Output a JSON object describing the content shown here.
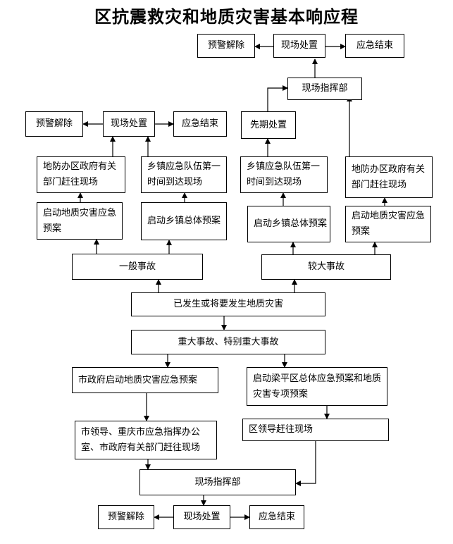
{
  "title": "区抗震救灾和地质灾害基本响应程",
  "top": {
    "release": "预警解除",
    "disposal": "现场处置",
    "end": "应急结束",
    "command": "现场指挥部"
  },
  "left_branch": {
    "release": "预警解除",
    "disposal": "现场处置",
    "end": "应急结束",
    "gov_dept": "地防办区政府有关部门赶往现场",
    "town_team": "乡镇应急队伍第一时间到达现场",
    "start_geo_plan": "启动地质灾害应急预案",
    "start_town_plan": "启动乡镇总体预案",
    "event": "一般事故"
  },
  "right_branch": {
    "early_disposal": "先期处置",
    "town_team": "乡镇应急队伍第一时间到达现场",
    "gov_dept": "地防办区政府有关部门赶往现场",
    "start_town_plan": "启动乡镇总体预案",
    "start_geo_plan": "启动地质灾害应急预案",
    "event": "较大事故"
  },
  "center": {
    "occurred": "已发生或将要发生地质灾害",
    "major": "重大事故、特别重大事故"
  },
  "bottom": {
    "city_plan": "市政府启动地质灾害应急预案",
    "district_plan": "启动梁平区总体应急预案和地质灾害专项预案",
    "city_leaders": "市领导、重庆市应急指挥办公室、市政府有关部门赶往现场",
    "district_leaders": "区领导赶往现场",
    "command": "现场指挥部",
    "release": "预警解除",
    "disposal": "现场处置",
    "end": "应急结束"
  }
}
